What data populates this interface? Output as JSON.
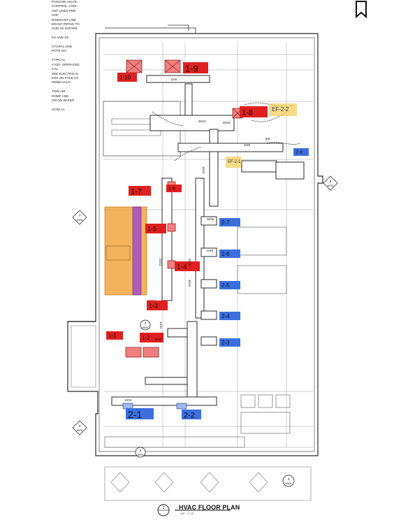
{
  "notes": [
    "PANSION VALVE,",
    "CONTROL, LOW",
    "ANT LINES PER",
    "OOF.",
    "RIGERANT LINE",
    "ERANT PIPING TO",
    "OUD AS SHOWN.",
    "",
    "KS AND XS",
    "",
    "CTURAL AND",
    "POTE ON",
    "",
    "TYPICAL.",
    "Y KEY OPERATED",
    "CAL.",
    "SEE ELECTRICAL",
    "ERS ON FACE OF",
    "PEME HALO",
    "",
    "TION AIR",
    "ROMF AND",
    "ON ON WATER",
    "",
    "SIOM A1"
  ],
  "drawing": {
    "title": "HVAC FLOOR PLAN",
    "scale": "1/4\" = 1'-0\"",
    "title_tag": "1"
  },
  "unit_tags_red": [
    "1-10",
    "1-9",
    "1-8",
    "1-7",
    "1-6",
    "1-5",
    "1-4",
    "1-3",
    "1-1",
    "1-2"
  ],
  "unit_tags_blue": [
    "2-6",
    "2-7",
    "2-6",
    "2-5",
    "2-4",
    "2-3",
    "2-1",
    "2-2"
  ],
  "unit_tags_yellow": [
    "EF-2-2",
    "EF-2-1"
  ],
  "section_markers": [
    {
      "num": "7",
      "sheet": "M700"
    },
    {
      "num": "6",
      "sheet": "M700"
    },
    {
      "num": "4",
      "sheet": "M100"
    },
    {
      "num": "5",
      "sheet": "M700"
    },
    {
      "num": "3",
      "sheet": "M100"
    },
    {
      "num": "2",
      "sheet": "M100"
    }
  ],
  "duct_sizes": [
    "12x6",
    "28/14",
    "26/14",
    "16/16",
    "24/12",
    "14/14",
    "14/12",
    "12/12",
    "20/10",
    "30/16",
    "26/16",
    "14x6",
    "8x6",
    "10x6"
  ],
  "colors": {
    "red": "#e02020",
    "blue": "#3b6fe0",
    "orange": "#f0a640",
    "purple": "#a24fc4",
    "yellow": "#f3cc55",
    "line": "#2a2a2a"
  },
  "icons": [
    "bookmark-icon"
  ]
}
